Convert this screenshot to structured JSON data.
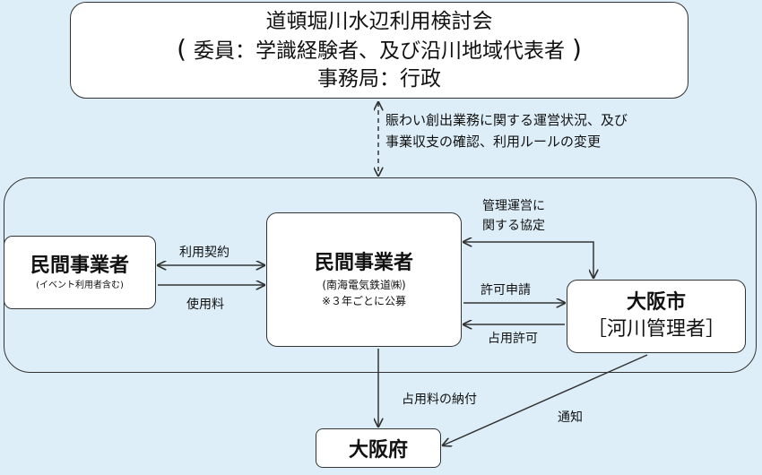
{
  "committee": {
    "line1": "道頓堀川水辺利用検討会",
    "line2": "委員：学識経験者、及び沿川地域代表者",
    "line3": "事務局：行政"
  },
  "edges": {
    "committee_link_line1": "賑わい創出業務に関する運営状況、及び",
    "committee_link_line2": "事業収支の確認、利用ルールの変更",
    "contract": "利用契約",
    "usage_fee": "使用料",
    "agreement_line1": "管理運営に",
    "agreement_line2": "関する協定",
    "permit_application": "許可申請",
    "occupancy_permit": "占用許可",
    "occupancy_fee_payment": "占用料の納付",
    "notification": "通知"
  },
  "nodes": {
    "private_operator_a": {
      "title": "民間事業者",
      "subtitle": "(イベント利用者含む)"
    },
    "private_operator_b": {
      "title": "民間事業者",
      "subtitle1": "(南海電気鉄道㈱)",
      "subtitle2": "※３年ごとに公募"
    },
    "osaka_city": {
      "title": "大阪市",
      "subtitle": "［河川管理者］"
    },
    "osaka_prefecture": {
      "title": "大阪府"
    }
  }
}
